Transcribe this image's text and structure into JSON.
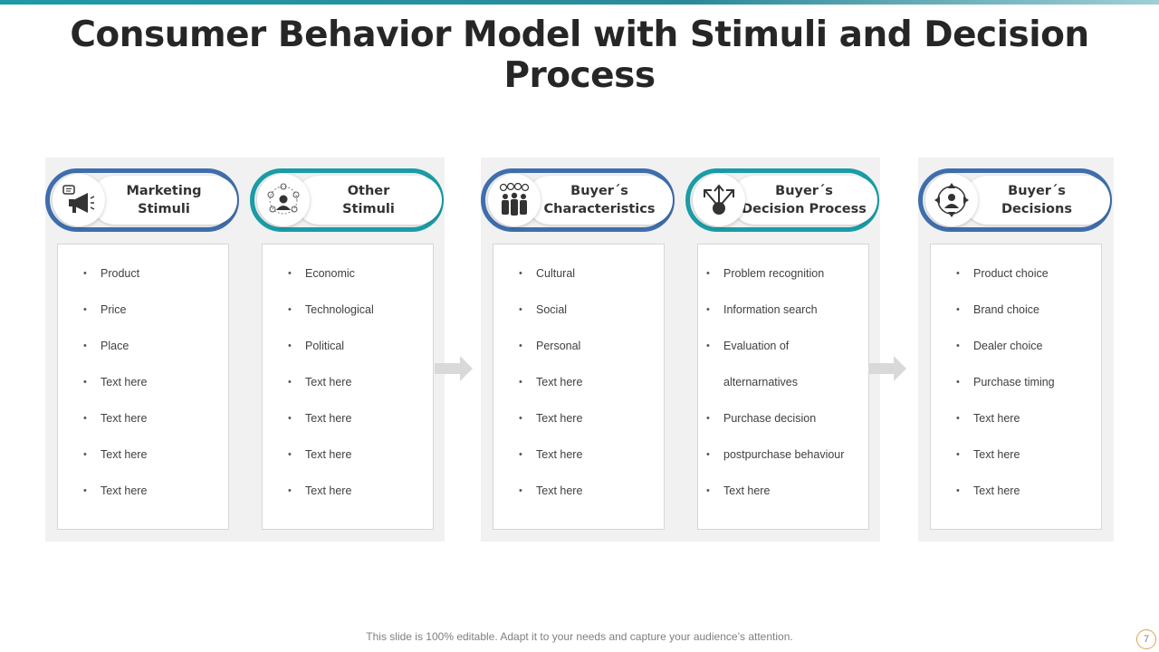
{
  "title": "Consumer Behavior Model with Stimuli and Decision Process",
  "footer": "This slide is 100% editable. Adapt it to your needs and capture your audience’s attention.",
  "page_number": "7",
  "colors": {
    "blue": "#3f6eac",
    "teal": "#1a9ca6",
    "panel": "#f1f1f1",
    "arrow": "#d9d9d9"
  },
  "columns": [
    {
      "heading": "Marketing\nStimuli",
      "icon": "megaphone-icon",
      "items": [
        "Product",
        "Price",
        "Place",
        "Text here",
        "Text here",
        "Text here",
        "Text here"
      ]
    },
    {
      "heading": "Other\nStimuli",
      "icon": "network-person-icon",
      "items": [
        "Economic",
        "Technological",
        "Political",
        "Text here",
        "Text here",
        "Text here",
        "Text here"
      ]
    },
    {
      "heading": "Buyer´s\nCharacteristics",
      "icon": "group-people-icon",
      "items": [
        "Cultural",
        "Social",
        "Personal",
        "Text here",
        "Text here",
        "Text here",
        "Text here"
      ]
    },
    {
      "heading": "Buyer´s\nDecision Process",
      "icon": "branching-arrows-icon",
      "items": [
        "Problem recognition",
        "Information  search",
        "Evaluation  of",
        "alternarnatives",
        "Purchase decision",
        "postpurchase behaviour",
        "Text here"
      ]
    },
    {
      "heading": "Buyer´s\nDecisions",
      "icon": "person-target-icon",
      "items": [
        "Product choice",
        "Brand choice",
        "Dealer choice",
        "Purchase timing",
        "Text here",
        "Text here",
        "Text here"
      ]
    }
  ]
}
